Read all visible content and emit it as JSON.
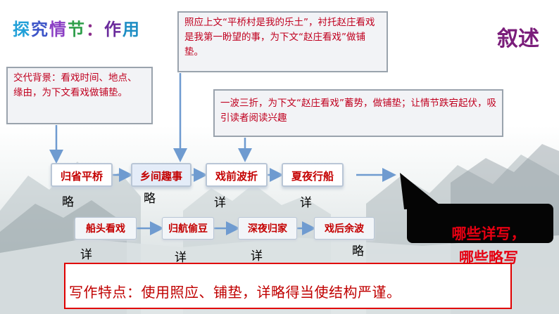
{
  "heading": {
    "chars": [
      {
        "text": "探",
        "color": "#21a0d8"
      },
      {
        "text": "究",
        "color": "#3d55c8"
      },
      {
        "text": "情",
        "color": "#8b3fc4"
      },
      {
        "text": "节",
        "color": "#2e9e4a"
      },
      {
        "text": "：",
        "color": "#8a2c8a"
      },
      {
        "text": "作",
        "color": "#6a2b9c"
      },
      {
        "text": "用",
        "color": "#1f8ec4"
      }
    ]
  },
  "narrative_label": "叙述",
  "notes": {
    "background": "交代背景：看戏时间、地点、缘由，为下文看戏做铺垫。",
    "echo": "照应上文“平桥村是我的乐土”，衬托赵庄看戏是我第一盼望的事，为下文“赵庄看戏”做铺垫。",
    "twists": "一波三折，为下文“赵庄看戏”蓄势，做铺垫；让情节跌宕起伏，吸引读者阅读兴趣"
  },
  "row1": [
    {
      "label": "归省平桥",
      "tag": "略"
    },
    {
      "label": "乡间趣事",
      "tag": "略"
    },
    {
      "label": "戏前波折",
      "tag": "详"
    },
    {
      "label": "夏夜行船",
      "tag": "详"
    }
  ],
  "row2": [
    {
      "label": "船头看戏",
      "tag": "详"
    },
    {
      "label": "归航偷豆",
      "tag": "详"
    },
    {
      "label": "深夜归家",
      "tag": "详"
    },
    {
      "label": "戏后余波",
      "tag": "略"
    }
  ],
  "question": {
    "line1": "哪些详写，",
    "line2": "哪些略写"
  },
  "summary": "写作特点：使用照应、铺垫，详略得当使结构严谨。",
  "colors": {
    "accent_red": "#c40000",
    "arrow_blue": "#6f9bd0",
    "question_red": "#e60012"
  }
}
